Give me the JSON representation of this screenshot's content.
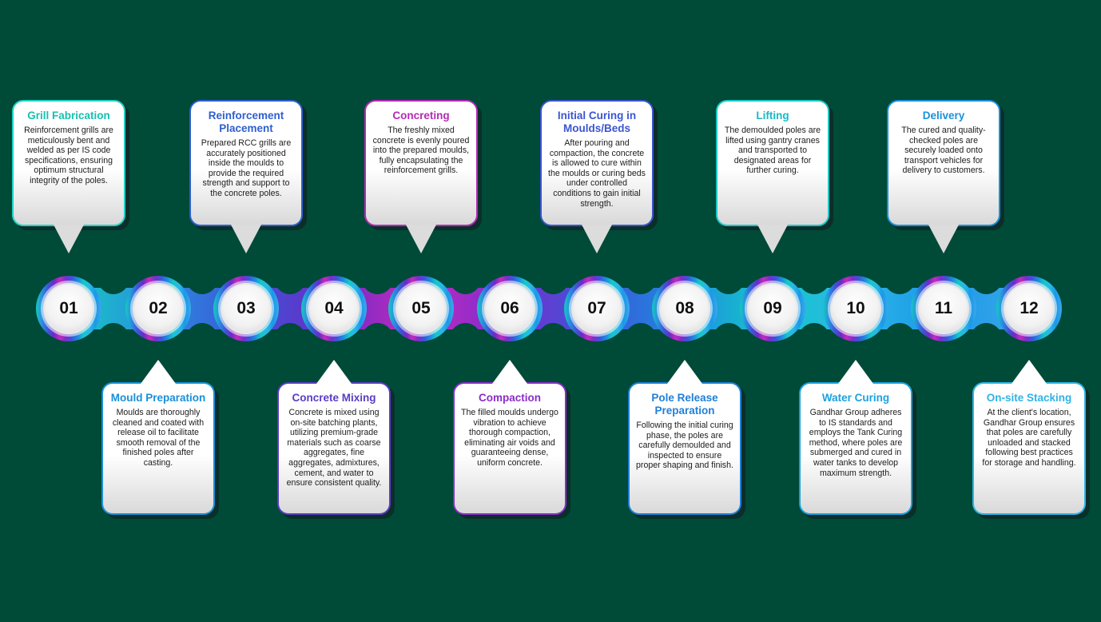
{
  "colors": {
    "background": "#004a38",
    "chain_gradient": [
      "#15c9c0",
      "#2a8fe0",
      "#3b57d6",
      "#6a2bc7",
      "#c42bbd",
      "#7d2ccf",
      "#3c55d6",
      "#2088e0",
      "#14c7c9",
      "#2bb7e6",
      "#1b98e8",
      "#3aa8ea"
    ]
  },
  "steps": [
    {
      "num": "01",
      "title": "Grill Fabrication",
      "body": "Reinforcement grills are meticulously bent and welded as per IS code specifications, ensuring optimum structural integrity of the poles.",
      "color": "#16c1b0",
      "border": "#1ed3c4",
      "pos": "top"
    },
    {
      "num": "02",
      "title": "Mould Preparation",
      "body": "Moulds are thoroughly cleaned and coated with release oil to facilitate smooth removal of the finished poles after casting.",
      "color": "#1a8fd8",
      "border": "#1a8fd8",
      "pos": "bottom"
    },
    {
      "num": "03",
      "title": "Reinforcement Placement",
      "body": "Prepared RCC grills are accurately positioned inside the moulds to provide the required strength and support to the concrete poles.",
      "color": "#2e5fcf",
      "border": "#2e5fcf",
      "pos": "top"
    },
    {
      "num": "04",
      "title": "Concrete Mixing",
      "body": "Concrete is mixed using on-site batching plants, utilizing premium-grade materials such as coarse aggregates, fine aggregates, admixtures, cement, and water to ensure consistent quality.",
      "color": "#5a3cc4",
      "border": "#5a3cc4",
      "pos": "bottom"
    },
    {
      "num": "05",
      "title": "Concreting",
      "body": "The freshly mixed concrete is evenly poured into the prepared moulds, fully encapsulating the reinforcement grills.",
      "color": "#b42bb4",
      "border": "#b42bb4",
      "pos": "top"
    },
    {
      "num": "06",
      "title": "Compaction",
      "body": "The filled moulds undergo vibration to achieve thorough compaction, eliminating air voids and guaranteeing dense, uniform concrete.",
      "color": "#8a2cc8",
      "border": "#8a2cc8",
      "pos": "bottom"
    },
    {
      "num": "07",
      "title": "Initial Curing in Moulds/Beds",
      "body": "After pouring and compaction, the concrete is allowed to cure within the moulds or curing beds under controlled conditions to gain initial strength.",
      "color": "#3b55cf",
      "border": "#3b55cf",
      "pos": "top"
    },
    {
      "num": "08",
      "title": "Pole Release Preparation",
      "body": "Following the initial curing phase, the poles are carefully demoulded and inspected to ensure proper shaping and finish.",
      "color": "#1f7fd8",
      "border": "#1f7fd8",
      "pos": "bottom"
    },
    {
      "num": "09",
      "title": "Lifting",
      "body": "The demoulded poles are lifted using gantry cranes and transported to designated areas for further curing.",
      "color": "#19b9c6",
      "border": "#19c9c6",
      "pos": "top"
    },
    {
      "num": "10",
      "title": "Water Curing",
      "body": "Gandhar Group adheres to IS standards and employs the Tank Curing method, where poles are submerged and cured in water tanks to develop maximum strength.",
      "color": "#1aa2df",
      "border": "#1aa2df",
      "pos": "bottom"
    },
    {
      "num": "11",
      "title": "Delivery",
      "body": "The cured and quality-checked poles are securely loaded onto transport vehicles for delivery to customers.",
      "color": "#1a90dc",
      "border": "#1a90dc",
      "pos": "top"
    },
    {
      "num": "12",
      "title": "On-site Stacking",
      "body": "At the client's location, Gandhar Group ensures that poles are carefully unloaded and stacked following best practices for storage and handling.",
      "color": "#2fb3e6",
      "border": "#2fb3e6",
      "pos": "bottom"
    }
  ]
}
